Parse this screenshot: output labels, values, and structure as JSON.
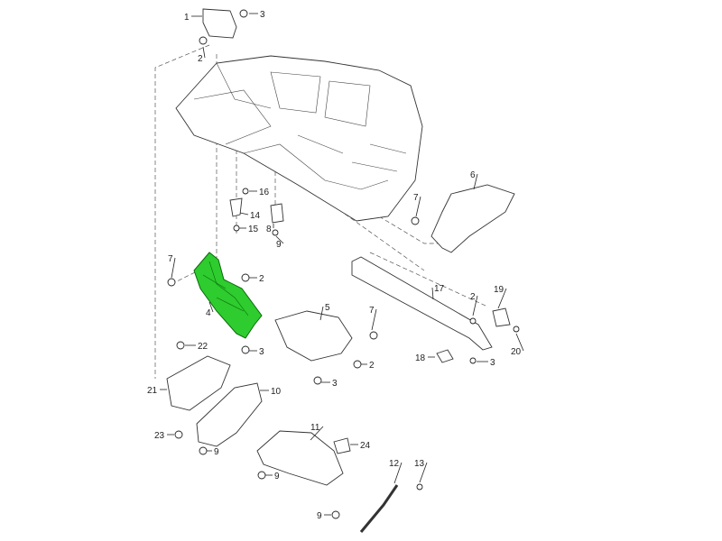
{
  "diagram": {
    "highlight_color": "#2ecc2e",
    "highlighted_part": "4",
    "callouts": [
      "1",
      "3",
      "2",
      "16",
      "14",
      "15",
      "8",
      "9",
      "7",
      "6",
      "7",
      "2",
      "4",
      "3",
      "5",
      "7",
      "17",
      "2",
      "19",
      "20",
      "18",
      "3",
      "2",
      "3",
      "22",
      "21",
      "10",
      "23",
      "9",
      "11",
      "24",
      "12",
      "13",
      "9",
      "9"
    ]
  }
}
